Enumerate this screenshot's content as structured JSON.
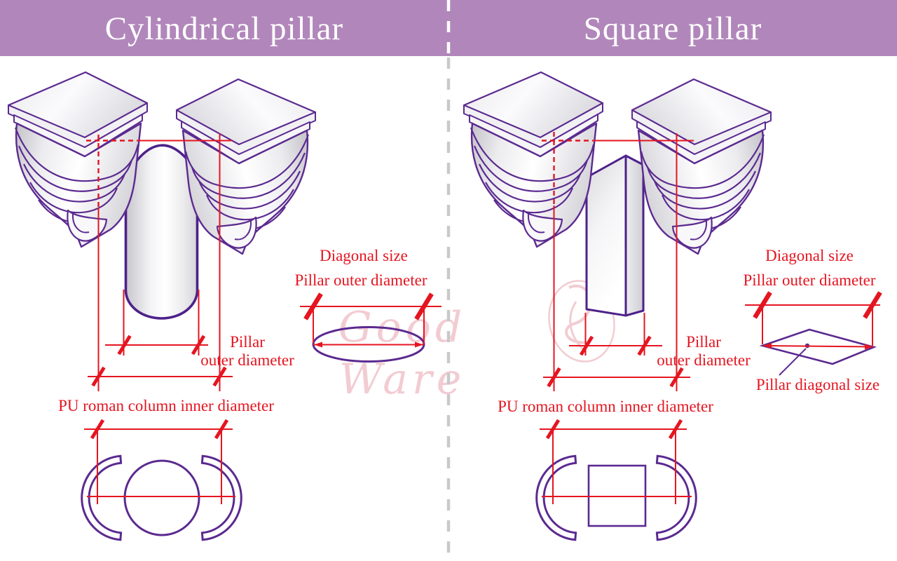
{
  "header": {
    "left_title": "Cylindrical pillar",
    "right_title": "Square pillar"
  },
  "watermark": {
    "text": "Good Ware"
  },
  "left_panel": {
    "labels": {
      "diagonal_size": "Diagonal size",
      "pillar_outer_diameter": "Pillar outer diameter",
      "pillar_outer_line1": "Pillar",
      "pillar_outer_line2": "outer diameter",
      "inner_diameter": "PU roman column inner diameter"
    }
  },
  "right_panel": {
    "labels": {
      "diagonal_size": "Diagonal size",
      "pillar_outer_diameter": "Pillar outer diameter",
      "pillar_outer_line1": "Pillar",
      "pillar_outer_line2": "outer diameter",
      "inner_diameter": "PU roman column inner diameter",
      "pillar_diagonal_size": "Pillar diagonal size"
    }
  },
  "colors": {
    "header_bg": "#b187bb",
    "header_text": "#ffffff",
    "outline_purple": "#5b2a90",
    "dimension_red": "#e51520",
    "watermark_pink": "#f2ccd2",
    "divider_gray": "#c9c9c9"
  }
}
